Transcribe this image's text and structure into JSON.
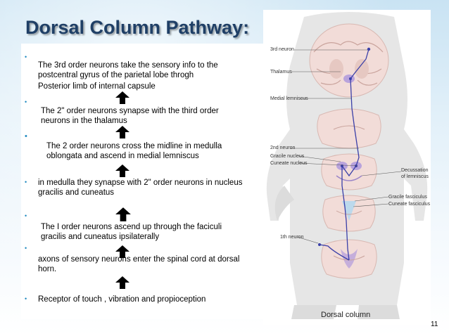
{
  "slide": {
    "title": "Dorsal Column Pathway:",
    "page_number": "11",
    "bullet_symbol": "•",
    "items": [
      {
        "line1": "The 3rd order neurons take the sensory info to the",
        "line2": "postcentral gyrus of the parietal lobe throgh",
        "line3": "Posterior limb of internal capsule"
      },
      {
        "line1": "The 2\" order neurons synapse with the third order",
        "line2": "neurons in the thalamus"
      },
      {
        "line1": "The 2 order neurons cross the midline in medulla",
        "line2": "oblongata and ascend in medial  lemniscus"
      },
      {
        "line1": "in medulla they synapse with 2\" order neurons in nucleus",
        "line2": "gracilis and cuneatus"
      },
      {
        "line1": "The I order neurons ascend up through the faciculi",
        "line2": "gracilis and cuneatus ipsilaterally"
      },
      {
        "line1": "axons of sensory neurons enter the spinal cord at dorsal",
        "line2": "horn."
      },
      {
        "line1": "Receptor of touch , vibration and propioception"
      }
    ]
  },
  "figure": {
    "labels": {
      "third_neuron": "3rd neuron",
      "thalamus": "Thalamus",
      "medial_lemniscus": "Medial lemniscus",
      "second_neuron": "2nd neuron",
      "gracile_nucleus": "Gracile nucleus",
      "cuneate_nucleus": "Cuneate nucleus",
      "decussation_1": "Decussation",
      "decussation_2": "of lemniscus",
      "gracile_fasciculus": "Gracile fasciculus",
      "cuneate_fasciculus": "Cuneate fasciculus",
      "first_neuron": "1th neuron",
      "caption": "Dorsal column"
    },
    "colors": {
      "brain_tissue": "#f2dcd8",
      "neuron": "#3a3fa8",
      "highlight": "#b9a3dc",
      "fasciculus": "#bcd9ec",
      "silhouette": "#dcdcdc"
    }
  },
  "colors": {
    "title": "#1f3f66",
    "bullet": "#1f8ac0",
    "arrow": "#000000"
  }
}
